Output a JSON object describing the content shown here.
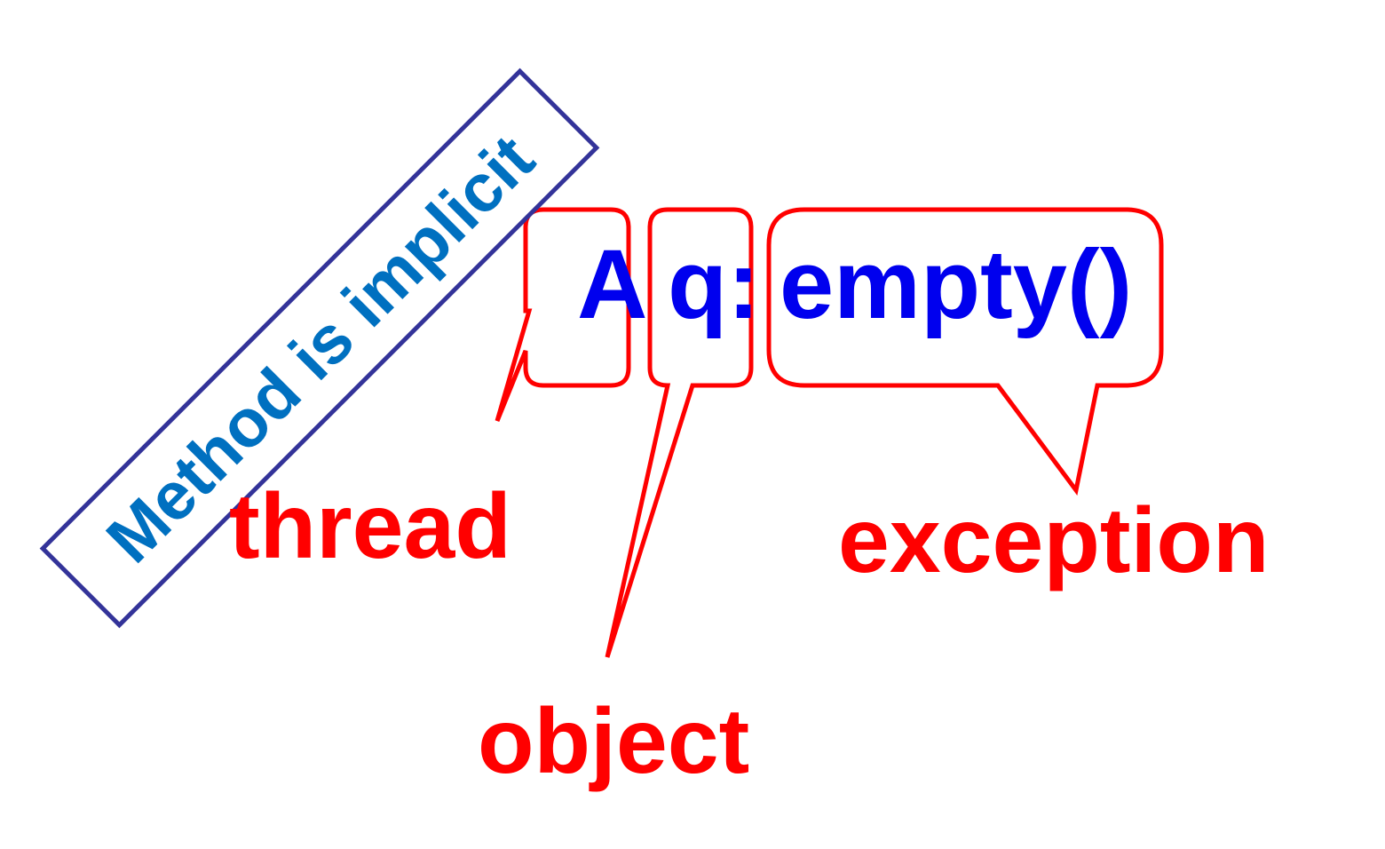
{
  "colors": {
    "callout": "#ff0000",
    "code": "#0000ee",
    "banner_text": "#0070c0",
    "banner_border": "#333399"
  },
  "code": {
    "thread_part": "A",
    "object_part": "q:",
    "method_part": "empty()"
  },
  "labels": {
    "thread": "thread",
    "object": "object",
    "exception": "exception"
  },
  "banner": {
    "text": "Method is implicit"
  }
}
